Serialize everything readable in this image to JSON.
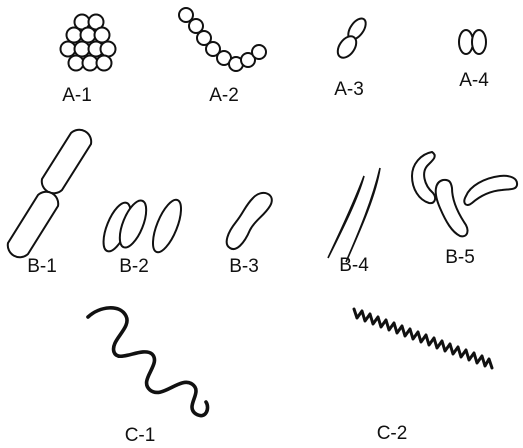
{
  "labels": {
    "a1": "A-1",
    "a2": "A-2",
    "a3": "A-3",
    "a4": "A-4",
    "b1": "B-1",
    "b2": "B-2",
    "b3": "B-3",
    "b4": "B-4",
    "b5": "B-5",
    "c1": "C-1",
    "c2": "C-2"
  },
  "colors": {
    "ink": "#111111",
    "background": "#ffffff"
  }
}
